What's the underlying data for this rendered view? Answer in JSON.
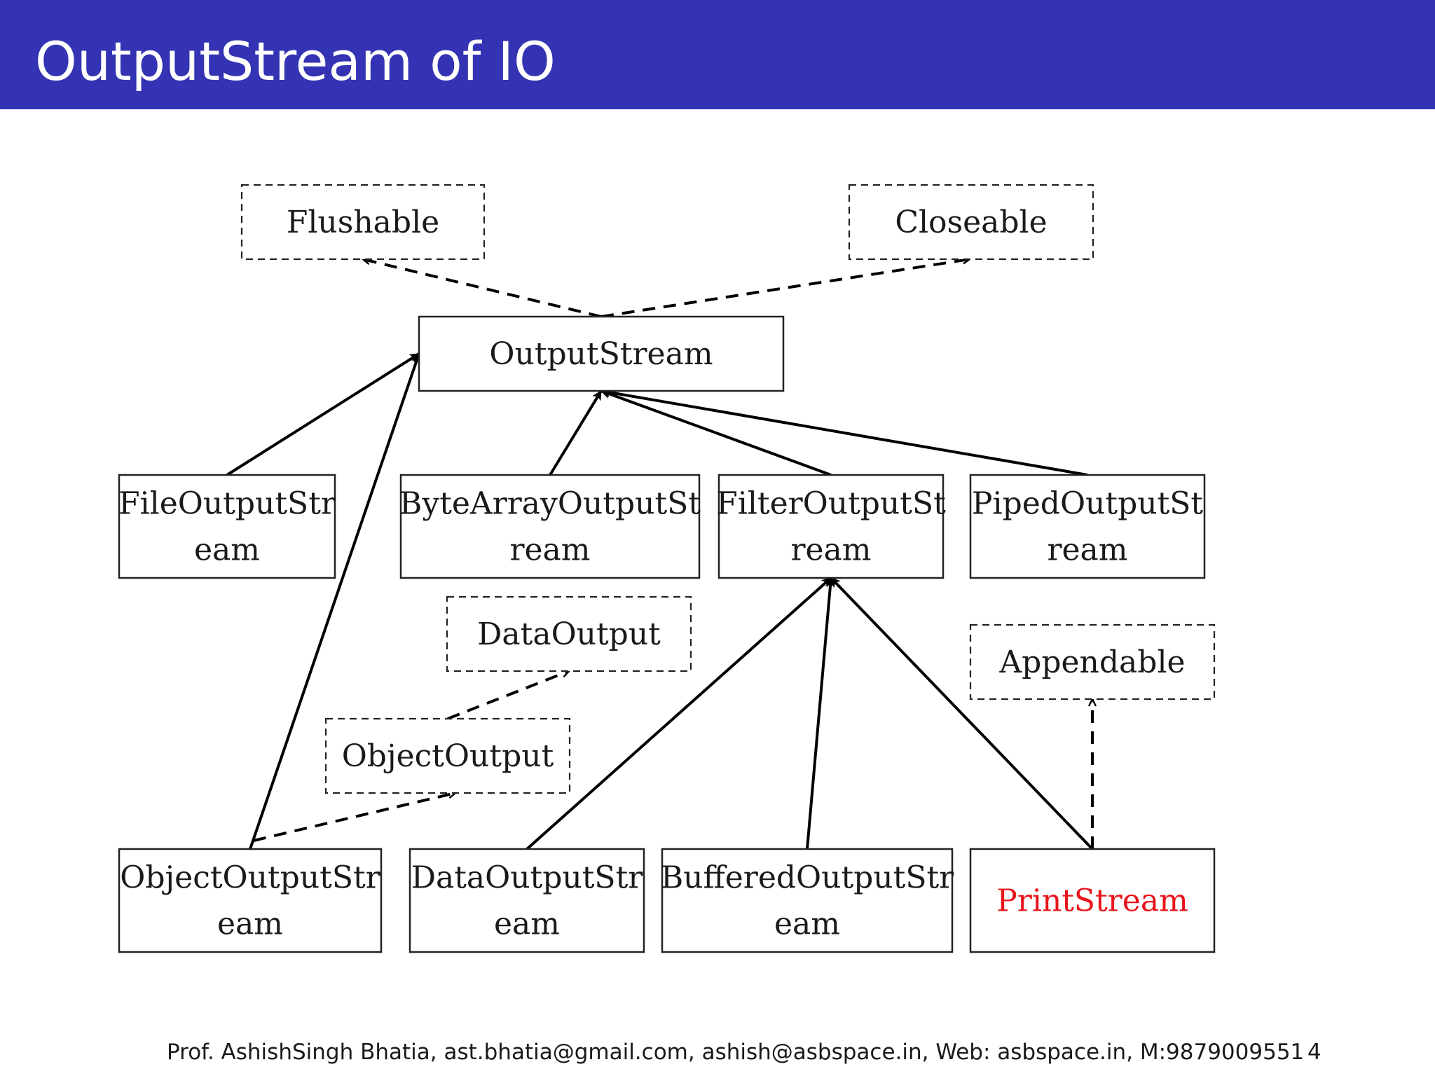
{
  "slide": {
    "title": "OutputStream of IO",
    "footer": "Prof. AshishSingh Bhatia, ast.bhatia@gmail.com, ashish@asbspace.in, Web: asbspace.in, M:9879009551",
    "page_number": "4"
  },
  "diagram": {
    "nodes": [
      {
        "id": "flushable",
        "lines": [
          "Flushable"
        ],
        "kind": "interface",
        "color": "#1a1a1a"
      },
      {
        "id": "closeable",
        "lines": [
          "Closeable"
        ],
        "kind": "interface",
        "color": "#1a1a1a"
      },
      {
        "id": "outputstream",
        "lines": [
          "OutputStream"
        ],
        "kind": "class",
        "color": "#1a1a1a"
      },
      {
        "id": "fileoutputstream",
        "lines": [
          "FileOutputStr",
          "eam"
        ],
        "kind": "class",
        "color": "#1a1a1a"
      },
      {
        "id": "bytearrayoutputstream",
        "lines": [
          "ByteArrayOutputSt",
          "ream"
        ],
        "kind": "class",
        "color": "#1a1a1a"
      },
      {
        "id": "filteroutputstream",
        "lines": [
          "FilterOutputSt",
          "ream"
        ],
        "kind": "class",
        "color": "#1a1a1a"
      },
      {
        "id": "pipedoutputstream",
        "lines": [
          "PipedOutputSt",
          "ream"
        ],
        "kind": "class",
        "color": "#1a1a1a"
      },
      {
        "id": "dataoutput",
        "lines": [
          "DataOutput"
        ],
        "kind": "interface",
        "color": "#1a1a1a"
      },
      {
        "id": "appendable",
        "lines": [
          "Appendable"
        ],
        "kind": "interface",
        "color": "#1a1a1a"
      },
      {
        "id": "objectoutput",
        "lines": [
          "ObjectOutput"
        ],
        "kind": "interface",
        "color": "#1a1a1a"
      },
      {
        "id": "objectoutputstream",
        "lines": [
          "ObjectOutputStr",
          "eam"
        ],
        "kind": "class",
        "color": "#1a1a1a"
      },
      {
        "id": "dataoutputstream",
        "lines": [
          "DataOutputStr",
          "eam"
        ],
        "kind": "class",
        "color": "#1a1a1a"
      },
      {
        "id": "bufferedoutputstream",
        "lines": [
          "BufferedOutputStr",
          "eam"
        ],
        "kind": "class",
        "color": "#1a1a1a"
      },
      {
        "id": "printstream",
        "lines": [
          "PrintStream"
        ],
        "kind": "class",
        "color": "#e8141c"
      }
    ],
    "edges": [
      {
        "from": "outputstream",
        "to": "flushable",
        "style": "dashed"
      },
      {
        "from": "outputstream",
        "to": "closeable",
        "style": "dashed"
      },
      {
        "from": "fileoutputstream",
        "to": "outputstream",
        "style": "solid"
      },
      {
        "from": "objectoutputstream",
        "to": "outputstream",
        "style": "solid"
      },
      {
        "from": "bytearrayoutputstream",
        "to": "outputstream",
        "style": "solid"
      },
      {
        "from": "filteroutputstream",
        "to": "outputstream",
        "style": "solid"
      },
      {
        "from": "pipedoutputstream",
        "to": "outputstream",
        "style": "solid"
      },
      {
        "from": "objectoutput",
        "to": "dataoutput",
        "style": "dashed"
      },
      {
        "from": "objectoutputstream",
        "to": "objectoutput",
        "style": "dashed"
      },
      {
        "from": "dataoutputstream",
        "to": "filteroutputstream",
        "style": "solid"
      },
      {
        "from": "bufferedoutputstream",
        "to": "filteroutputstream",
        "style": "solid"
      },
      {
        "from": "printstream",
        "to": "filteroutputstream",
        "style": "solid"
      },
      {
        "from": "printstream",
        "to": "appendable",
        "style": "dashed"
      }
    ]
  }
}
